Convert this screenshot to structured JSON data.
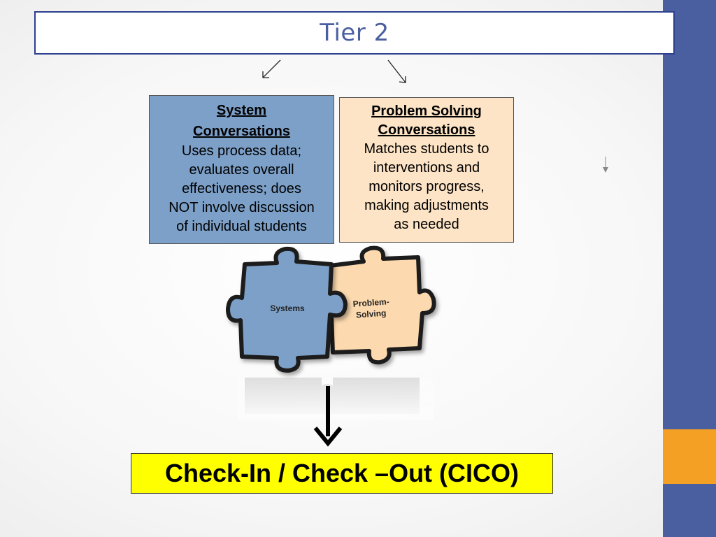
{
  "title": "Tier 2",
  "system_box": {
    "heading_line1": "System",
    "heading_line2": "Conversations",
    "body_lines": [
      "Uses process data;",
      "evaluates overall",
      "effectiveness; does",
      "NOT involve discussion",
      "of individual students"
    ]
  },
  "problem_box": {
    "heading_line1": "Problem Solving",
    "heading_line2": "Conversations",
    "body_lines": [
      "Matches students to",
      "interventions and",
      "monitors progress,",
      "making adjustments",
      "as needed"
    ]
  },
  "puzzle": {
    "left_label": "Systems",
    "right_label_line1": "Problem-",
    "right_label_line2": "Solving"
  },
  "cico": "Check-In / Check –Out (CICO)",
  "colors": {
    "sidebar": "#4a5fa0",
    "sidebar_accent": "#f4a024",
    "system_fill": "#7ca0c8",
    "problem_fill": "#fde4c6",
    "cico_fill": "#ffff00",
    "title_text": "#4a5fa0"
  }
}
